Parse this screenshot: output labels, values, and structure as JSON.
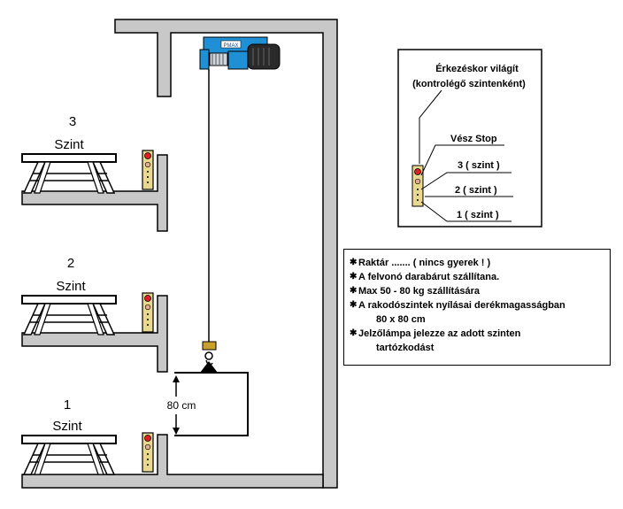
{
  "levels": [
    {
      "number": "3",
      "name": "Szint"
    },
    {
      "number": "2",
      "name": "Szint"
    },
    {
      "number": "1",
      "name": "Szint"
    }
  ],
  "dimension_label": "80 cm",
  "hoist_plate_text": "PMAX",
  "control_panel": {
    "title_line1": "Érkezéskor világít",
    "title_line2": "(kontrolégő szintenként)",
    "labels": [
      "Vész Stop",
      "3 ( szint )",
      "2 ( szint )",
      "1 ( szint )"
    ]
  },
  "notes": {
    "items": [
      {
        "text": "Raktár .......      ( nincs gyerek ! )",
        "cont": ""
      },
      {
        "text": "A felvonó darabárut szállítana.",
        "cont": ""
      },
      {
        "text": "Max 50 - 80 kg szállítására",
        "cont": ""
      },
      {
        "text": "A rakodószintek nyílásai derékmagasságban",
        "cont": "80 x 80 cm"
      },
      {
        "text": "Jelzőlámpa jelezze az adott szinten",
        "cont": "tartózkodást"
      }
    ]
  },
  "colors": {
    "wall_fill": "#c8c8c8",
    "hoist_blue": "#1f8fd6",
    "panel_fill": "#e8d890",
    "lamp_red": "#e02020"
  }
}
